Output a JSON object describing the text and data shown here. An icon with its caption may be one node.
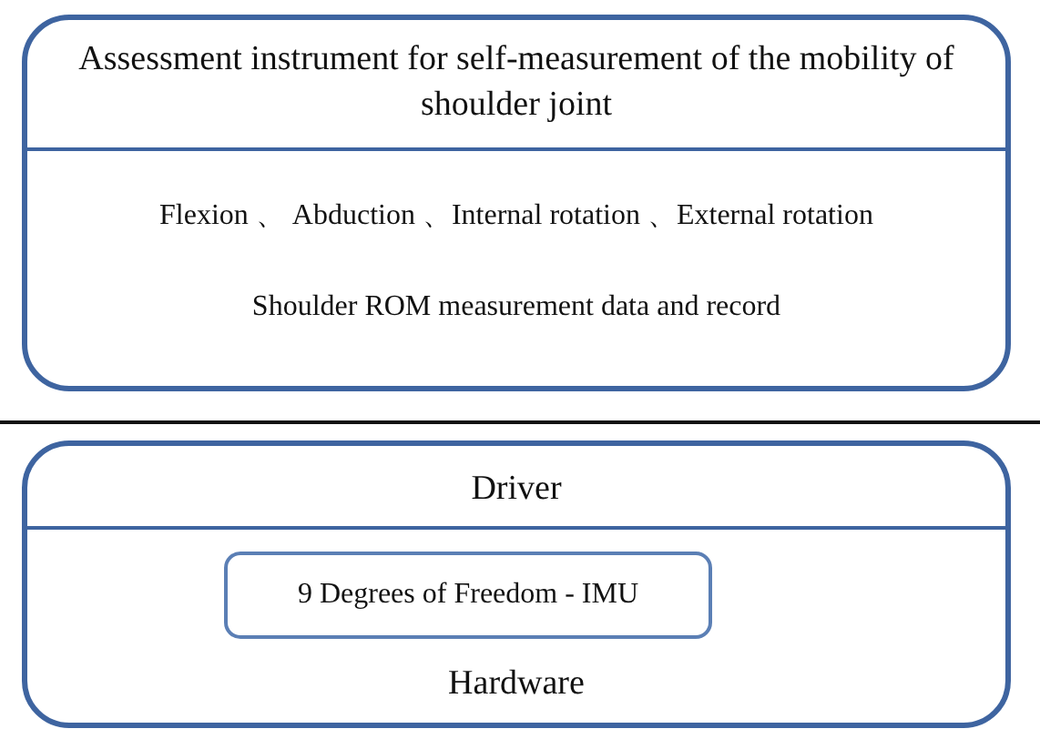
{
  "diagram": {
    "nodes": [
      {
        "text": [
          "Assessment instrument for self-measurement of the mobility of shoulder joint",
          "Flexion 、 Abduction 、Internal rotation 、External rotation",
          "Shoulder ROM measurement data and record"
        ]
      },
      {
        "text": [
          "Driver",
          "Hardware"
        ]
      },
      {
        "text": [
          "9 Degrees of Freedom - IMU"
        ],
        "in": 1
      }
    ],
    "edges": []
  }
}
